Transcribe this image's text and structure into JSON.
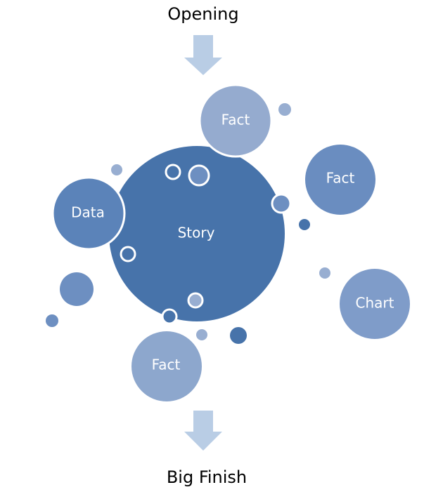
{
  "title_top": "Opening",
  "title_bottom": "Big Finish",
  "colors": {
    "story": "#4773AA",
    "fact_top": "#95ABCF",
    "fact_right": "#6A8DC0",
    "data": "#5B83B9",
    "chart": "#7F9CC9",
    "fact_bottom": "#8DA7CD",
    "arrow": "#B9CDE5",
    "dot_light": "#98AED1",
    "dot_mid": "#6D8FC1",
    "dot_dark": "#4773AA"
  },
  "nodes": [
    {
      "id": "story",
      "label": "Story"
    },
    {
      "id": "fact-top",
      "label": "Fact"
    },
    {
      "id": "fact-right",
      "label": "Fact"
    },
    {
      "id": "data",
      "label": "Data"
    },
    {
      "id": "chart",
      "label": "Chart"
    },
    {
      "id": "fact-bottom",
      "label": "Fact"
    }
  ]
}
